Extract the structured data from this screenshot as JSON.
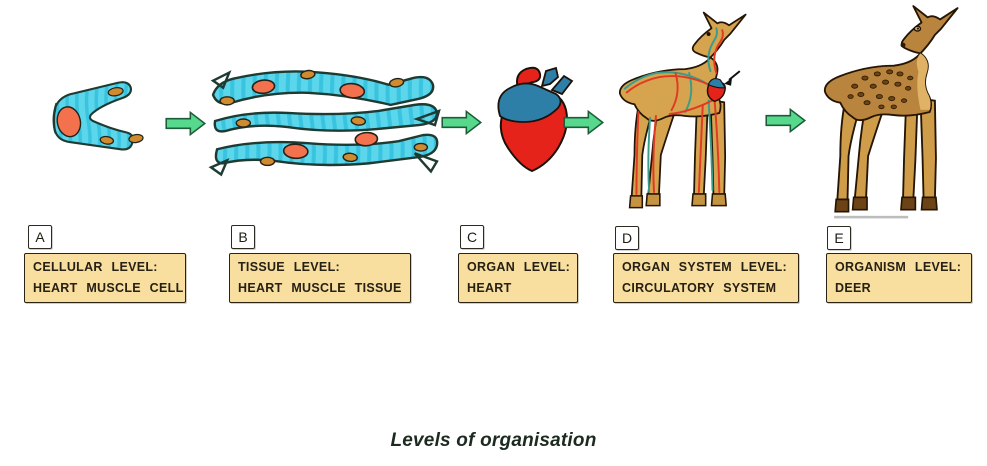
{
  "caption": "Levels of organisation",
  "palette": {
    "arrow_green": "#56d88d",
    "label_box_bg": "#f9df9f",
    "letter_box_bg": "#ececе6",
    "cell_cyan": "#5cd6ea",
    "nucleus_salmon": "#f4714e",
    "organelle_orange": "#cf8b2e",
    "heart_red": "#e5231b",
    "heart_blue": "#2e7fa8",
    "deer_tan": "#d6a34e",
    "deer_brown": "#b9853e",
    "vessel_red": "#e03a22",
    "vessel_teal": "#3c9c8c"
  },
  "stages": [
    {
      "letter": "A",
      "label_line1": "CELLULAR LEVEL:",
      "label_line2": "HEART MUSCLE CELL",
      "illustration": "heart-muscle-cell"
    },
    {
      "letter": "B",
      "label_line1": "TISSUE LEVEL:",
      "label_line2": "HEART MUSCLE TISSUE",
      "illustration": "heart-muscle-tissue"
    },
    {
      "letter": "C",
      "label_line1": "ORGAN LEVEL:",
      "label_line2": "HEART",
      "illustration": "heart"
    },
    {
      "letter": "D",
      "label_line1": "ORGAN SYSTEM LEVEL:",
      "label_line2": "CIRCULATORY SYSTEM",
      "illustration": "deer-with-circulatory-system"
    },
    {
      "letter": "E",
      "label_line1": "ORGANISM LEVEL:",
      "label_line2": "DEER",
      "illustration": "spotted-deer"
    }
  ],
  "arrows": {
    "direction": "right",
    "count": 4
  }
}
